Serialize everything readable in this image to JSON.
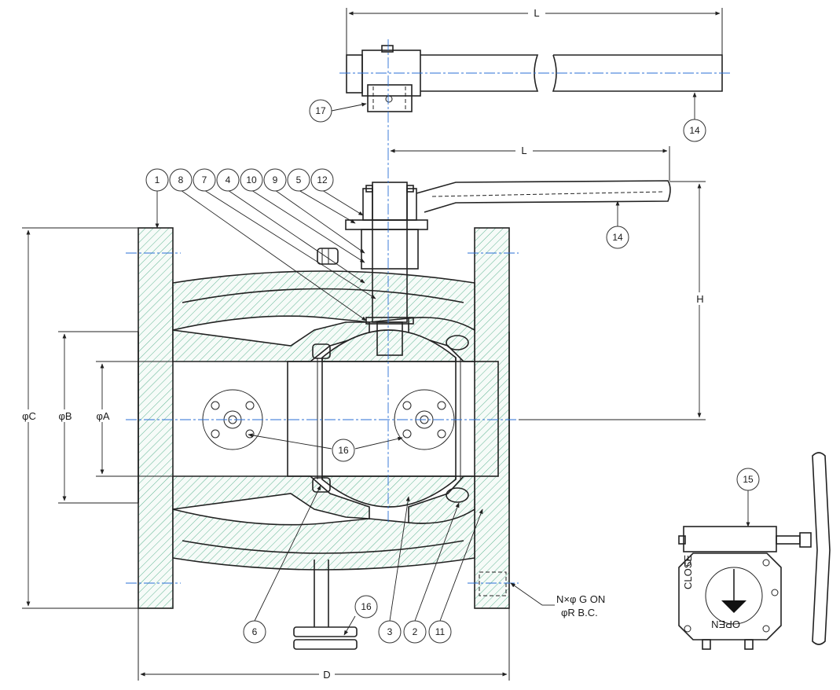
{
  "dimensions": {
    "top_length": "L",
    "mid_length": "L",
    "height": "H",
    "dia_c": "φC",
    "dia_b": "φB",
    "dia_a": "φA",
    "face_to_face": "D",
    "bolt_note_line1": "N×φ G ON",
    "bolt_note_line2": "φR B.C."
  },
  "callouts": {
    "c1": "1",
    "c8": "8",
    "c7": "7",
    "c4": "4",
    "c10": "10",
    "c9": "9",
    "c5": "5",
    "c12": "12",
    "c14a": "14",
    "c14b": "14",
    "c17": "17",
    "c16a": "16",
    "c16b": "16",
    "c6": "6",
    "c3": "3",
    "c2": "2",
    "c11": "11",
    "c15": "15"
  },
  "gear_dial": {
    "close_label": "CLOSE",
    "open_label": "OPEN"
  },
  "colors": {
    "centerline": "#2a6fd6",
    "hatch": "#3aa37a",
    "outline": "#222222"
  }
}
